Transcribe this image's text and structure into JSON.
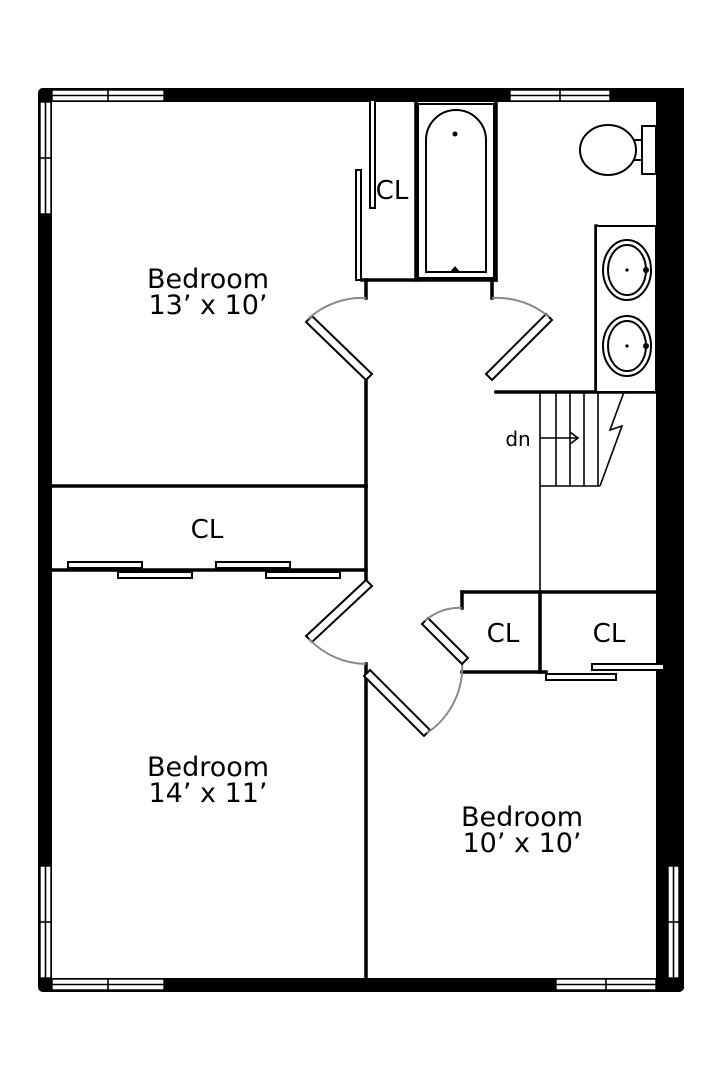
{
  "rooms": {
    "bedroom_top": {
      "name": "Bedroom",
      "size": "13’ x 10’"
    },
    "bedroom_bottom_left": {
      "name": "Bedroom",
      "size": "14’ x 11’"
    },
    "bedroom_bottom_right": {
      "name": "Bedroom",
      "size": "10’ x 10’"
    }
  },
  "closets": {
    "top_bedroom": "CL",
    "between_bedrooms": "CL",
    "hall": "CL",
    "bottom_right": "CL"
  },
  "stairs": {
    "label": "dn"
  }
}
